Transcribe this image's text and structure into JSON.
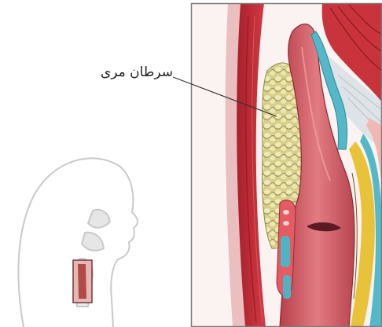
{
  "label": {
    "text": "سرطان مری"
  },
  "colors": {
    "frame": "#7a7a7a",
    "spine": "#c8202a",
    "tumor": "#d8cf8e",
    "esophagus": "#d9626a",
    "cyan": "#53b9c9",
    "yellow": "#e8c238"
  },
  "icons": {
    "head": "human-head-outline",
    "zoom_box": "esophagus-location-box"
  }
}
